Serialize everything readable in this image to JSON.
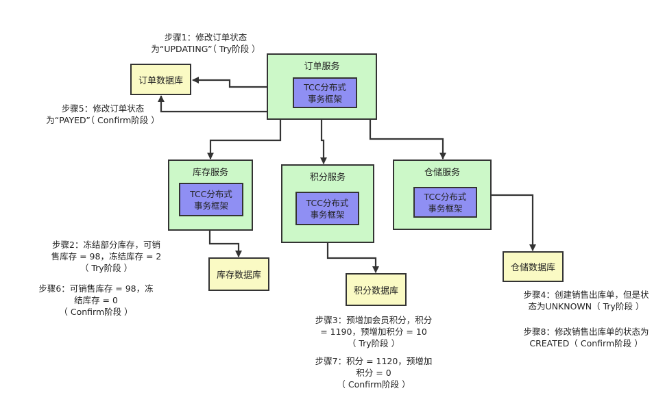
{
  "services": {
    "order": {
      "title": "订单服务",
      "tcc": [
        "TCC分布式",
        "事务框架"
      ]
    },
    "inventory": {
      "title": "库存服务",
      "tcc": [
        "TCC分布式",
        "事务框架"
      ]
    },
    "points": {
      "title": "积分服务",
      "tcc": [
        "TCC分布式",
        "事务框架"
      ]
    },
    "warehouse": {
      "title": "仓储服务",
      "tcc": [
        "TCC分布式",
        "事务框架"
      ]
    }
  },
  "databases": {
    "order": "订单数据库",
    "inventory": "库存数据库",
    "points": "积分数据库",
    "warehouse": "仓储数据库"
  },
  "notes": {
    "step1": [
      "步骤1：修改订单状态",
      "为“UPDATING”（ Try阶段 ）"
    ],
    "step5": [
      "步骤5：修改订单状态",
      "为“PAYED”（ Confirm阶段 ）"
    ],
    "step2": [
      "步骤2：冻结部分库存，可销",
      "售库存 = 98，冻结库存 = 2",
      "（ Try阶段 ）"
    ],
    "step6": [
      "步骤6：可销售库存 = 98，冻",
      "结库存 = 0",
      "（ Confirm阶段 ）"
    ],
    "step3": [
      "步骤3：预增加会员积分，积分",
      "= 1190，预增加积分 = 10",
      "（ Try阶段 ）"
    ],
    "step7": [
      "步骤7：积分 = 1120，预增加",
      "积分 = 0",
      "（ Confirm阶段 ）"
    ],
    "step4": [
      "步骤4：创建销售出库单，但是状",
      "态为UNKNOWN（ Try阶段 ）"
    ],
    "step8": [
      "步骤8：修改销售出库单的状态为",
      "CREATED（ Confirm阶段 ）"
    ]
  },
  "colors": {
    "service": "#ccf8c8",
    "tcc": "#8f8ff3",
    "database": "#fafac4",
    "line": "#333333"
  }
}
